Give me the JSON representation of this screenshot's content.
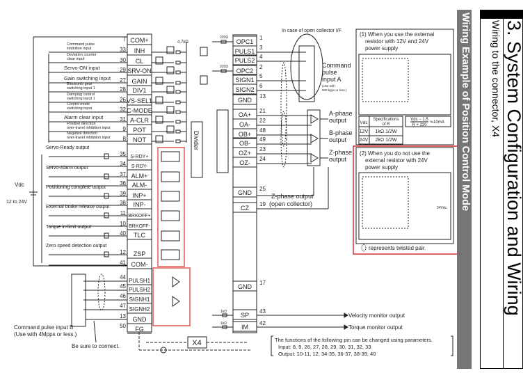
{
  "title": "3. System Configuration and Wiring",
  "subtitle": "Wiring to the connector, X4",
  "section_band": "Wiring Example of Position Control Mode",
  "colors": {
    "highlight": "#e03c3c",
    "band": "#767676",
    "line": "#222222"
  },
  "left_connector": {
    "inputs": [
      {
        "pin": "7",
        "name": "COM+",
        "label": [
          "",
          ""
        ]
      },
      {
        "pin": "33",
        "name": "INH",
        "label": [
          "Command pulse",
          "inhibition input"
        ]
      },
      {
        "pin": "30",
        "name": "CL",
        "label": [
          "Deviation counter",
          "clear input"
        ]
      },
      {
        "pin": "29",
        "name": "SRV-ON",
        "label": [
          "Servo-ON input",
          ""
        ]
      },
      {
        "pin": "27",
        "name": "GAIN",
        "label": [
          "Gain switching input",
          ""
        ]
      },
      {
        "pin": "28",
        "name": "DIV1",
        "label": [
          "Electronic gear",
          "switching input 1"
        ]
      },
      {
        "pin": "26",
        "name": "VS-SEL1",
        "label": [
          "Damping control",
          "switching input 1"
        ]
      },
      {
        "pin": "32",
        "name": "C-MODE",
        "label": [
          "Control mode",
          "switching input"
        ]
      },
      {
        "pin": "31",
        "name": "A-CLR",
        "label": [
          "Alarm clear input",
          ""
        ]
      },
      {
        "pin": "9",
        "name": "POT",
        "label": [
          "Positive direction",
          "over-travel inhibition input"
        ]
      },
      {
        "pin": "8",
        "name": "NOT",
        "label": [
          "Negative direction",
          "over-travel inhibition input"
        ]
      }
    ],
    "resistor_label": "4.7kΩ",
    "outputs": [
      {
        "label": "Servo-Ready output",
        "pins": [
          {
            "pin": "35",
            "name": "S-RDY+"
          },
          {
            "pin": "34",
            "name": "S-RDY-"
          }
        ]
      },
      {
        "label": "Servo-Alarm output",
        "pins": [
          {
            "pin": "37",
            "name": "ALM+"
          },
          {
            "pin": "36",
            "name": "ALM-"
          }
        ]
      },
      {
        "label": "Positioning complete output",
        "pins": [
          {
            "pin": "39",
            "name": "INP+"
          },
          {
            "pin": "38",
            "name": "INP-"
          }
        ]
      },
      {
        "label": "External brake release output",
        "pins": [
          {
            "pin": "11",
            "name": "BRKOFF+"
          },
          {
            "pin": "10",
            "name": "BRKOFF-"
          }
        ]
      },
      {
        "label": "Torque in-limit output",
        "pins": [
          {
            "pin": "40",
            "name": "TLC"
          }
        ]
      },
      {
        "label": "Zero speed detection output",
        "pins": [
          {
            "pin": "12",
            "name": "ZSP"
          },
          {
            "pin": "41",
            "name": "COM-"
          }
        ]
      }
    ],
    "vdc": [
      "Vdc",
      "12 to 24V"
    ],
    "pulse_b": [
      {
        "pin": "44",
        "name": "PULSH1"
      },
      {
        "pin": "45",
        "name": "PULSH2"
      },
      {
        "pin": "46",
        "name": "SIGNH1"
      },
      {
        "pin": "47",
        "name": "SIGNH2"
      },
      {
        "pin": "13",
        "name": "GND"
      },
      {
        "pin": "50",
        "name": "FG"
      }
    ],
    "pulse_b_label": [
      "Command pulse input B",
      "(Use with 4Mpps or less.)"
    ],
    "be_sure": "Be sure to connect.",
    "connector_name": "X4"
  },
  "right_connector": {
    "pins": [
      {
        "pin": "1",
        "name": "OPC1"
      },
      {
        "pin": "3",
        "name": "PULS1"
      },
      {
        "pin": "4",
        "name": "PULS2"
      },
      {
        "pin": "2",
        "name": "OPC2"
      },
      {
        "pin": "5",
        "name": "SIGN1"
      },
      {
        "pin": "6",
        "name": "SIGN2"
      },
      {
        "pin": "13",
        "name": "GND"
      },
      {
        "pin": "21",
        "name": "OA+"
      },
      {
        "pin": "22",
        "name": "OA-"
      },
      {
        "pin": "48",
        "name": "OB+"
      },
      {
        "pin": "49",
        "name": "OB-"
      },
      {
        "pin": "23",
        "name": "OZ+"
      },
      {
        "pin": "24",
        "name": "OZ-"
      },
      {
        "pin": "25",
        "name": "GND"
      },
      {
        "pin": "19",
        "name": "CZ"
      },
      {
        "pin": "17",
        "name": "GND"
      },
      {
        "pin": "43",
        "name": "SP"
      },
      {
        "pin": "42",
        "name": "IM"
      }
    ],
    "divider": "Divider",
    "open_collector_note": "In case of open collector I/F",
    "pulse_a_label": [
      "Command",
      "pulse",
      "input A"
    ],
    "pulse_a_note": [
      "(Use with",
      "500 kpps or less.)"
    ],
    "phase_outputs": [
      [
        "A-phase",
        "output"
      ],
      [
        "B-phase",
        "output"
      ],
      [
        "Z-phase",
        "output"
      ]
    ],
    "z_open_collector": [
      "Z-phase output",
      "(open collector)"
    ],
    "monitor_outputs": [
      "Velocity monitor output",
      "Torque monitor output"
    ],
    "monitor_resistor": "1kΩ",
    "small_resistor": "220Ω"
  },
  "note_functions": [
    "The functions of the following pin can be changed using parameters.",
    "Input: 8, 9, 26, 27, 28, 29, 30, 31, 32, 33",
    "Output: 10-11, 12, 34-35, 36-37, 38-39, 40"
  ],
  "case1": {
    "title": [
      "(1) When you use the external",
      "resistor with 12V and 24V",
      "power supply"
    ],
    "table_headers": [
      "Vdc",
      "Specifications",
      "of R"
    ],
    "table_rows": [
      [
        "12V",
        "1kΩ 1/2W"
      ],
      [
        "24V",
        "2kΩ 1/2W"
      ]
    ],
    "formula": [
      "Vdc − 1.5",
      "R + 220",
      "≒10mA"
    ]
  },
  "case2": {
    "title": [
      "(2) When you do not use the",
      "external resistor with 24V",
      "power supply"
    ],
    "supply": "24Vdc"
  },
  "twisted_note": "represents twisted pair."
}
